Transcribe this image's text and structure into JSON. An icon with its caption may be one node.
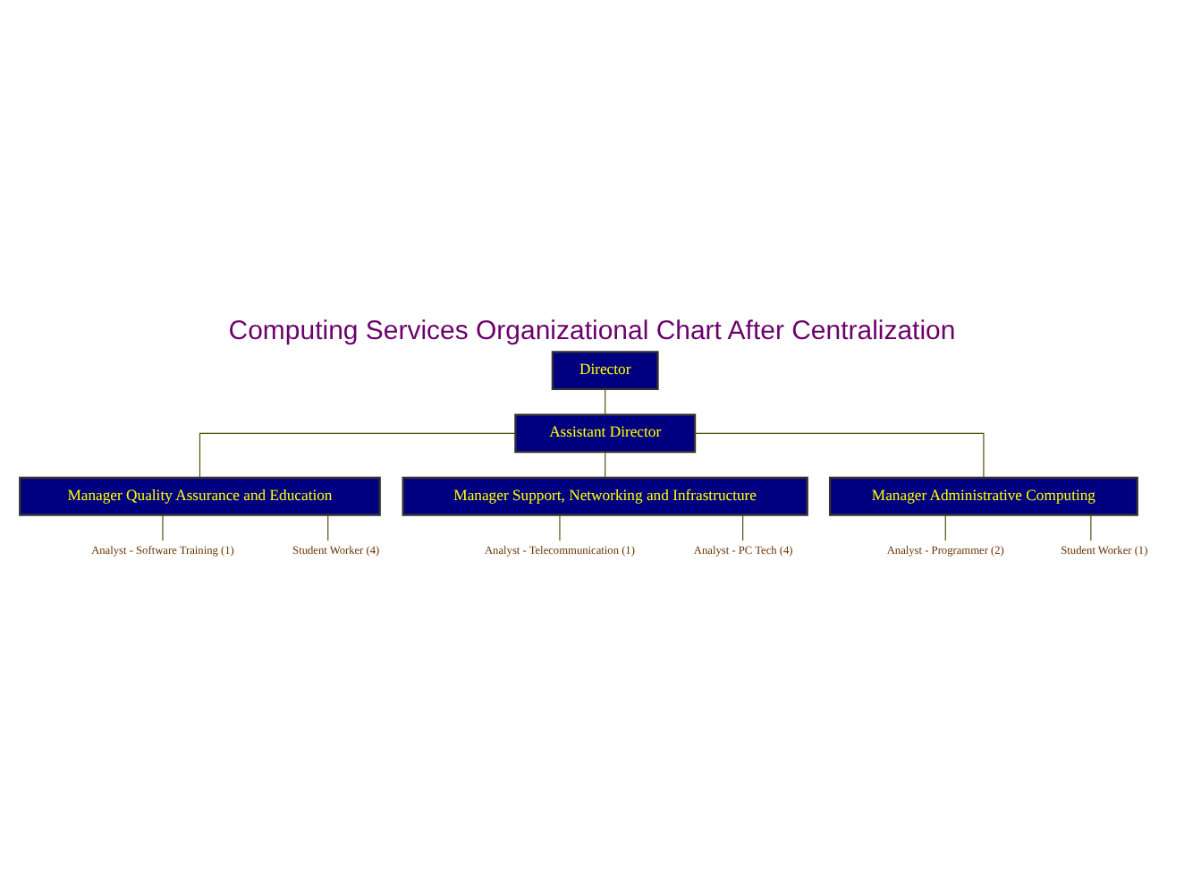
{
  "diagram": {
    "title": "Computing Services Organizational Chart After Centralization",
    "nodes": [
      {
        "text": [
          "Director"
        ]
      },
      {
        "text": [
          "Assistant Director"
        ]
      },
      {
        "text": [
          "Manager Quality Assurance and Education"
        ]
      },
      {
        "text": [
          "Manager Support, Networking and Infrastructure"
        ]
      },
      {
        "text": [
          "Analyst - Software Training (1)"
        ]
      },
      {
        "text": [
          "Student Worker (4)"
        ]
      },
      {
        "text": [
          "Analyst - Telecommunication (1)"
        ]
      },
      {
        "text": [
          "Analyst - PC Tech (4)"
        ]
      },
      {
        "text": [
          "Manager Administrative Computing"
        ]
      },
      {
        "text": [
          "Analyst - Programmer (2)"
        ]
      },
      {
        "text": [
          "Student Worker (1)"
        ]
      }
    ],
    "edges": [
      {
        "from": 0,
        "to": 1,
        "arrow": "none"
      },
      {
        "from": 1,
        "to": 2,
        "arrow": "none"
      },
      {
        "from": 1,
        "to": 3,
        "arrow": "none"
      },
      {
        "from": 1,
        "to": 8,
        "arrow": "none"
      },
      {
        "from": 2,
        "to": 4,
        "arrow": "none"
      },
      {
        "from": 2,
        "to": 5,
        "arrow": "none"
      },
      {
        "from": 3,
        "to": 6,
        "arrow": "none"
      },
      {
        "from": 3,
        "to": 7,
        "arrow": "none"
      },
      {
        "from": 8,
        "to": 9,
        "arrow": "none"
      },
      {
        "from": 8,
        "to": 10,
        "arrow": "none"
      }
    ]
  }
}
